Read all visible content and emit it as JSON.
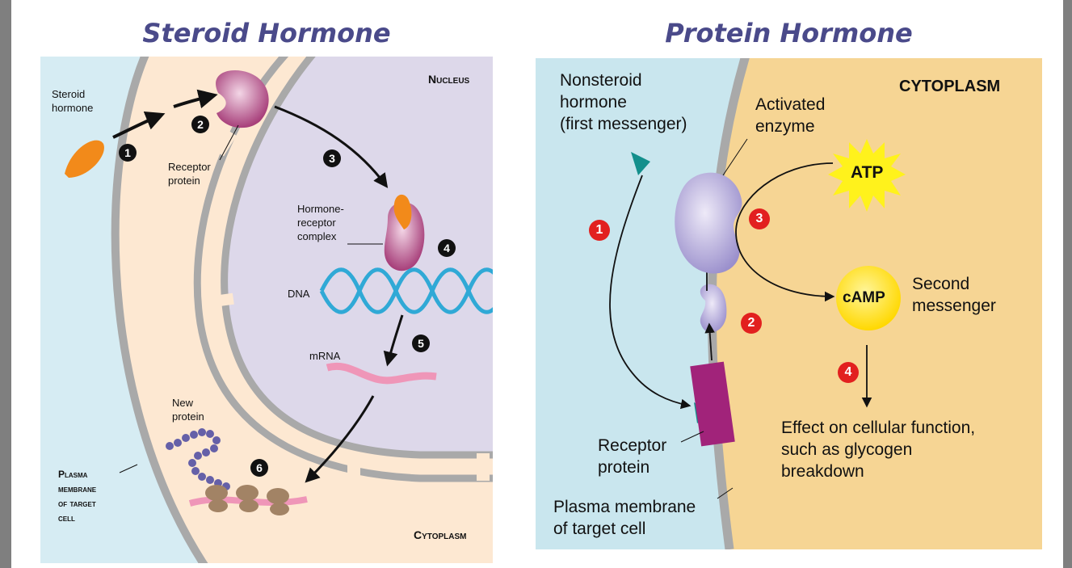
{
  "titles": {
    "left": "Steroid Hormone",
    "right": "Protein Hormone"
  },
  "steroid": {
    "labels": {
      "steroid_hormone": [
        "Steroid",
        "hormone"
      ],
      "receptor_protein": [
        "Receptor",
        "protein"
      ],
      "nucleus": "Nucleus",
      "hormone_receptor_complex": [
        "Hormone-",
        "receptor",
        "complex"
      ],
      "dna": "DNA",
      "mrna": "mRNA",
      "new_protein": [
        "New",
        "protein"
      ],
      "plasma_membrane": [
        "Plasma",
        "membrane",
        "of target",
        "cell"
      ],
      "cytoplasm": "Cytoplasm"
    },
    "steps": [
      "1",
      "2",
      "3",
      "4",
      "5",
      "6"
    ]
  },
  "protein": {
    "labels": {
      "nonsteroid_hormone": [
        "Nonsteroid",
        "hormone",
        "(first messenger)"
      ],
      "cytoplasm": "CYTOPLASM",
      "activated_enzyme": [
        "Activated",
        "enzyme"
      ],
      "atp": "ATP",
      "camp": "cAMP",
      "second_messenger": [
        "Second",
        "messenger"
      ],
      "effect": [
        "Effect on cellular function,",
        "such as glycogen",
        "breakdown"
      ],
      "receptor_protein": [
        "Receptor",
        "protein"
      ],
      "plasma_membrane": [
        "Plasma membrane",
        "of target cell"
      ]
    },
    "steps": [
      "1",
      "2",
      "3",
      "4"
    ]
  },
  "colors": {
    "extracellular": "#d6ecf3",
    "cytoplasm_left": "#fde8d2",
    "nucleus": "#ddd8ea",
    "cytoplasm_right": "#f6d594",
    "membrane": "#a9a9a9",
    "hormone": "#f28a1a",
    "receptor": "#b0457e",
    "enzyme": "#b7addb",
    "atp_star": "#fff21c",
    "camp": "#ffe52a",
    "step_red": "#e2201f",
    "title": "#4a4a8a"
  }
}
